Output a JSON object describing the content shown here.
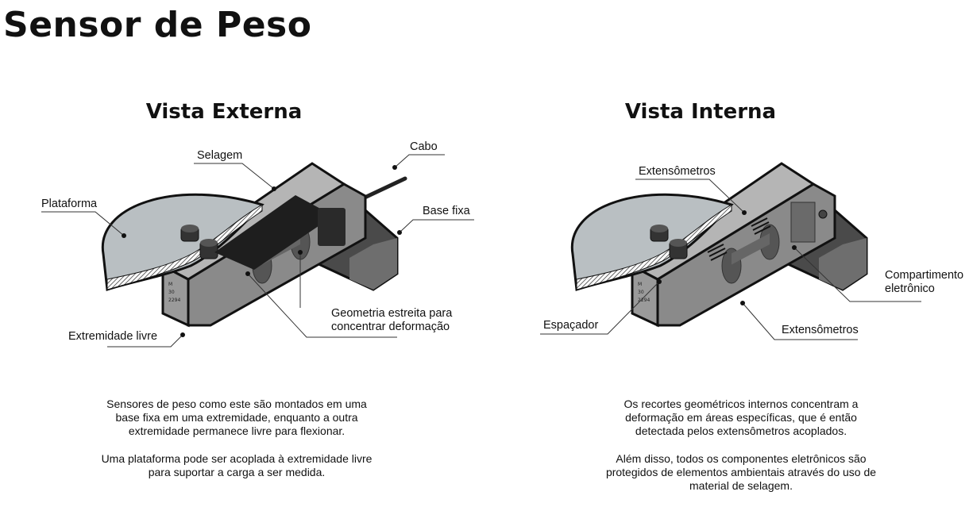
{
  "title": "Sensor de Peso",
  "external_view": {
    "heading": "Vista Externa",
    "labels": {
      "sealing": "Selagem",
      "cable": "Cabo",
      "platform": "Plataforma",
      "fixed_base": "Base fixa",
      "narrow_geometry_1": "Geometria estreita para",
      "narrow_geometry_2": "concentrar deformação",
      "free_end": "Extremidade livre"
    },
    "description": [
      "Sensores de peso como este são montados em uma base fixa em uma extremidade, enquanto a outra extremidade permanece livre para flexionar.",
      "Uma plataforma pode ser acoplada à extremidade livre para suportar a carga a ser medida."
    ]
  },
  "internal_view": {
    "heading": "Vista Interna",
    "labels": {
      "strain_gauges_top": "Extensômetros",
      "electronics_1": "Compartimento",
      "electronics_2": "eletrônico",
      "spacer": "Espaçador",
      "strain_gauges_bottom": "Extensômetros"
    },
    "description": [
      "Os recortes geométricos internos concentram a deformação em áreas específicas, que é então detectada pelos extensômetros acoplados.",
      "Além disso, todos os componentes eletrônicos são protegidos de elementos ambientais através do uso de material de selagem."
    ]
  }
}
